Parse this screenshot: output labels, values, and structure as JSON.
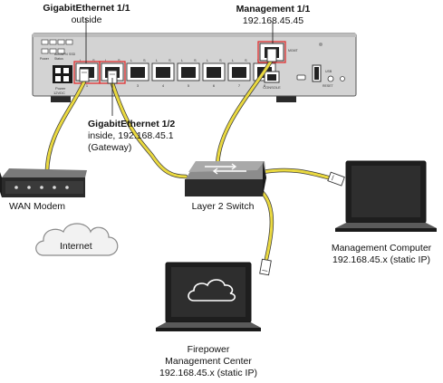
{
  "labels": {
    "gig11_title": "GigabitEthernet 1/1",
    "gig11_sub": "outside",
    "mgmt_title": "Management 1/1",
    "mgmt_ip": "192.168.45.45",
    "gig12_title": "GigabitEthernet 1/2",
    "gig12_line2": "inside, 192.168.45.1",
    "gig12_line3": "(Gateway)",
    "wan_modem": "WAN Modem",
    "internet": "Internet",
    "switch": "Layer 2 Switch",
    "mgmt_computer": "Management Computer",
    "mgmt_computer_ip": "192.168.45.x (static IP)",
    "fmc_line1": "Firepower",
    "fmc_line2": "Management Center",
    "fmc_line3": "192.168.45.x (static IP)"
  },
  "device": {
    "led_labels": [
      "Power",
      "Status",
      "Active",
      "vPN",
      "SSD"
    ],
    "port_top_labels": [
      "L",
      "S",
      "L",
      "S",
      "L",
      "S",
      "L",
      "S",
      "L",
      "S",
      "L",
      "S",
      "L",
      "S",
      "L",
      "S"
    ],
    "port_numbers": [
      "1",
      "2",
      "3",
      "4",
      "5",
      "6",
      "7",
      "8"
    ],
    "mgmt_port_label": "MGMT",
    "console_label": "CONSOLE",
    "usb_label": "USB",
    "reset_label": "RESET",
    "power_label": "Power",
    "power_rating": "12VDC"
  },
  "colors": {
    "cable": "#ead940",
    "highlight": "#e03030",
    "device_body": "#d0d0d0",
    "device_dark": "#1a1a1a"
  }
}
